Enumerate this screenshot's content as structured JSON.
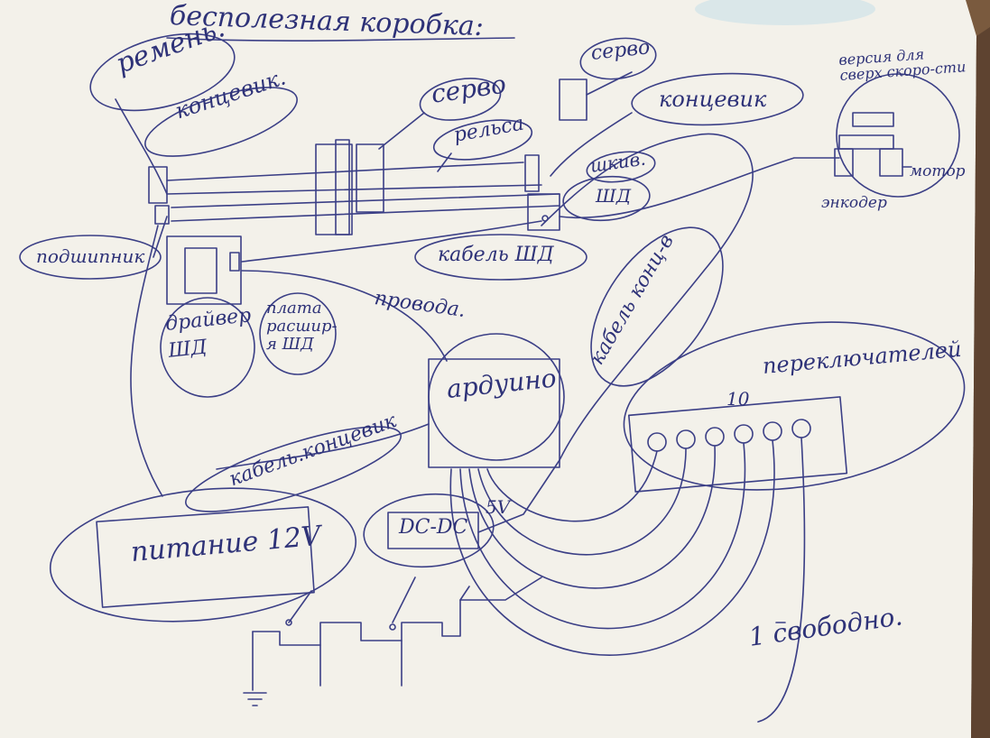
{
  "title": "бесполезная коробка:",
  "labels": {
    "belt": "ремень.",
    "endstop_top": "концевик.",
    "servo_left": "серво",
    "rail": "рельса",
    "servo_right": "серво",
    "endstop_right": "концевик",
    "speed_version": "версия для сверх скоро-сти",
    "pulley": "шкив.",
    "stepper": "ШД",
    "motor": "мотор",
    "encoder": "энкодер",
    "bearing": "подшипник",
    "stepper_cable": "кабель ШД",
    "wires": "провода.",
    "driver": "драйвер ШД",
    "expansion_board": "плата расшир-я ШД",
    "endstop_cable_right": "кабель конц-в",
    "arduino": "ардуино",
    "switches_title": "переключателей",
    "switches_count": "10",
    "endstop_cable": "кабель.концевик",
    "power": "питание 12V",
    "dcdc": "DC-DC",
    "five_v": "5V",
    "free": "1 свободно."
  },
  "colors": {
    "paper": "#f3f1ea",
    "ink": "#3b3f86",
    "background": "#7a5a3e"
  },
  "switch_count_drawn": 6
}
